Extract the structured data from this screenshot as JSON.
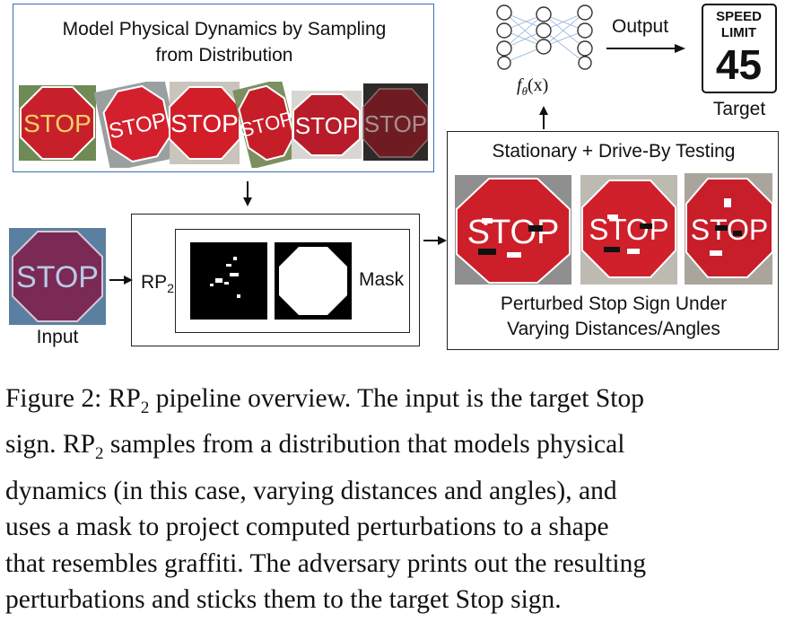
{
  "sampling_panel": {
    "title_line1": "Model Physical Dynamics by Sampling",
    "title_line2": "from Distribution",
    "sign_text": "STOP"
  },
  "input": {
    "sign_text": "STOP",
    "label": "Input"
  },
  "rp2_box": {
    "label_main": "RP",
    "label_sub": "2",
    "mask_label": "Mask"
  },
  "network": {
    "function_label": "f",
    "function_sub": "θ",
    "function_arg": "(x)",
    "output_label": "Output"
  },
  "speed_limit_sign": {
    "line1": "SPEED",
    "line2": "LIMIT",
    "value": "45",
    "label": "Target"
  },
  "testing_panel": {
    "title": "Stationary + Drive-By Testing",
    "sign_text": "STOP",
    "caption_line1": "Perturbed Stop Sign Under",
    "caption_line2": "Varying Distances/Angles"
  },
  "figure_caption": {
    "figure_label": "Figure 2:",
    "lines": [
      "pipeline overview. The input is the target Stop",
      "sign.",
      "samples from a distribution that models physical",
      "dynamics (in this case, varying distances and angles), and",
      "uses a mask to project computed perturbations to a shape",
      "that resembles graffiti. The adversary prints out the resulting",
      "perturbations and sticks them to the target Stop sign."
    ],
    "rp": "RP",
    "rp_sub": "2"
  },
  "colors": {
    "panel_border_blue": "#3a6fb5",
    "stop_red": "#c8202a",
    "dark_red": "#8a1a22",
    "purple_stop": "#7a2a55"
  }
}
